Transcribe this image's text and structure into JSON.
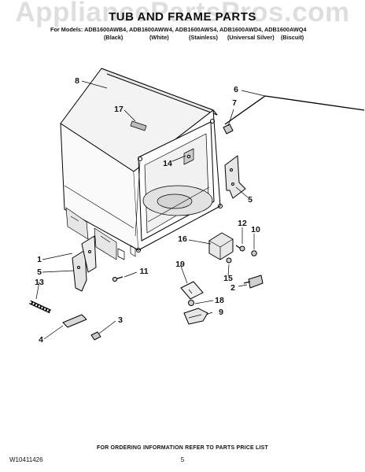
{
  "watermark": "AppliancePartsPros.com",
  "header": {
    "title": "TUB AND FRAME PARTS",
    "models_line": "For Models: ADB1600AWB4, ADB1600AWW4, ADB1600AWS4, ADB1600AWD4, ADB1600AWQ4",
    "colors": [
      "(Black)",
      "(White)",
      "(Stainless)",
      "(Universal Silver)",
      "(Biscuit)"
    ]
  },
  "callouts": [
    "8",
    "17",
    "6",
    "7",
    "14",
    "5",
    "12",
    "10",
    "16",
    "1",
    "5",
    "11",
    "13",
    "19",
    "15",
    "2",
    "18",
    "9",
    "3",
    "4"
  ],
  "footer": {
    "note": "FOR ORDERING INFORMATION REFER TO PARTS PRICE LIST",
    "doc_number": "W10411426",
    "page_number": "5"
  }
}
